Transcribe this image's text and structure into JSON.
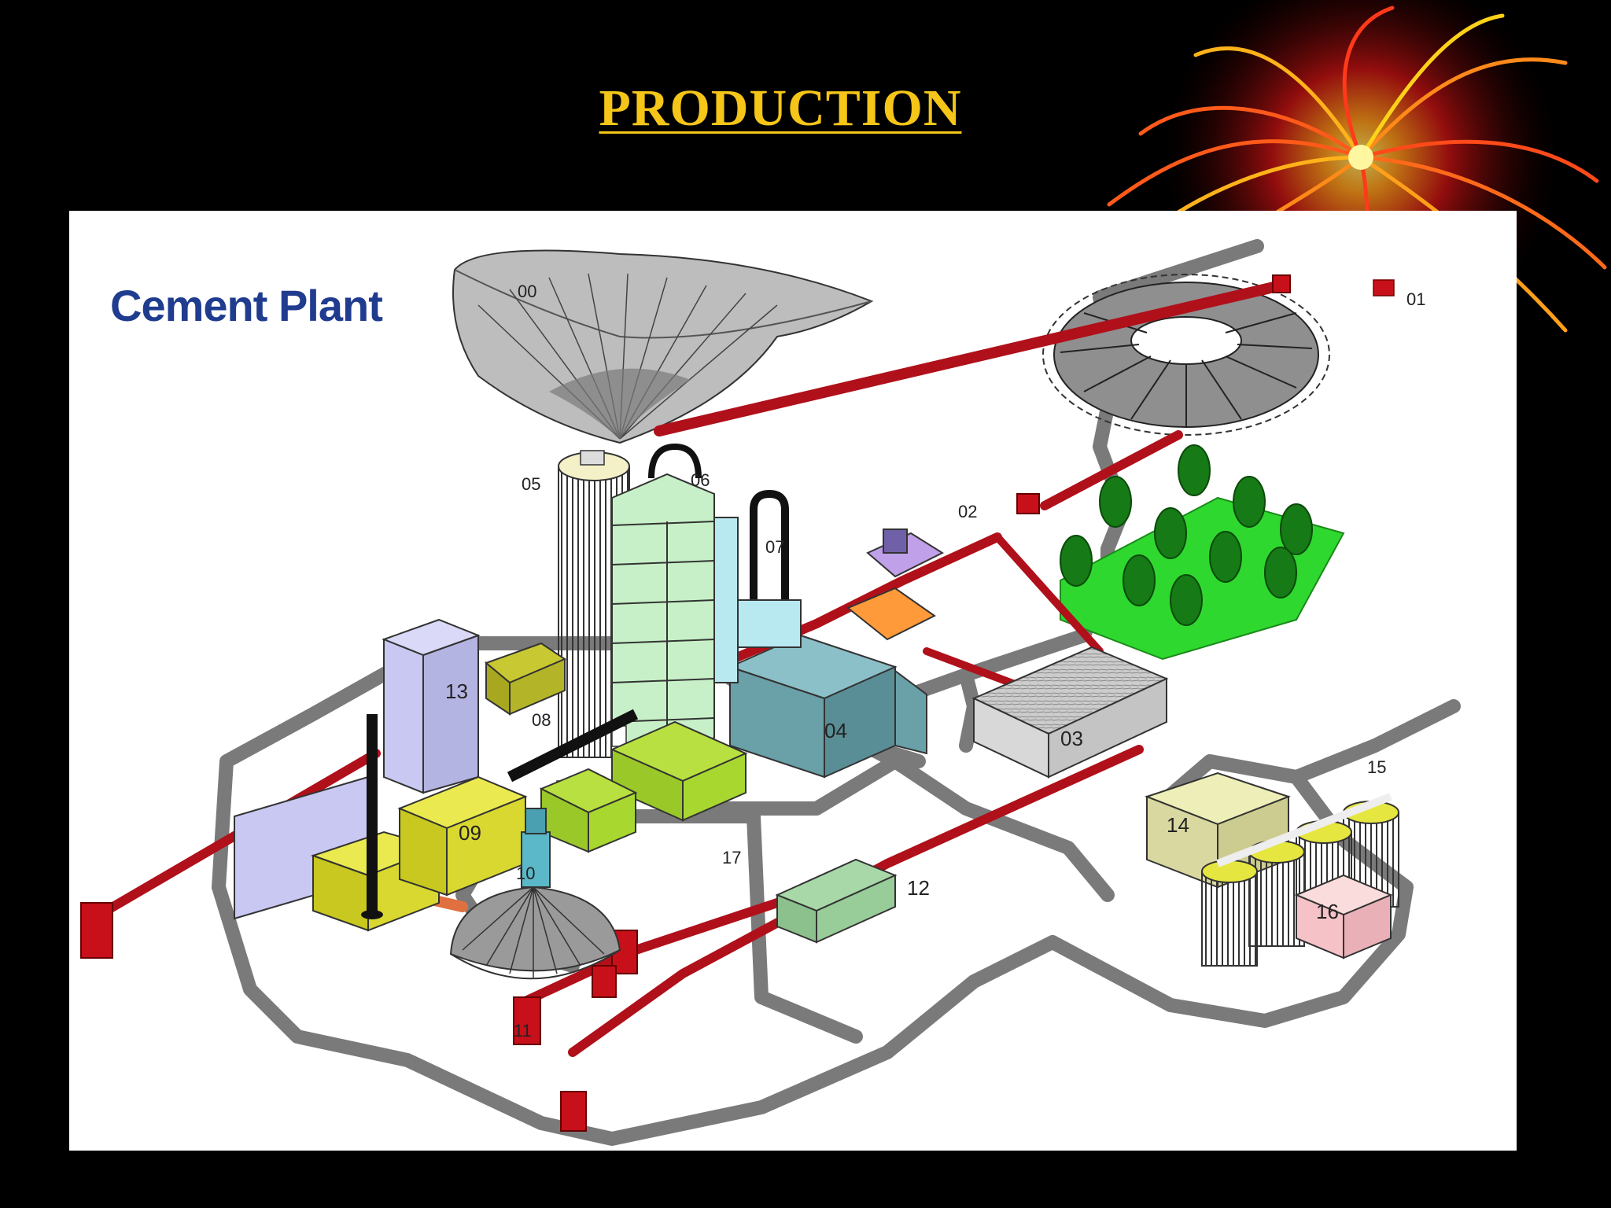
{
  "slide": {
    "title": "PRODUCTION",
    "title_color": "#f5c518",
    "background": "#000000"
  },
  "diagram": {
    "title": "Cement Plant",
    "title_color": "#1f3c8f",
    "labels": {
      "l00": "00",
      "l01": "01",
      "l02": "02",
      "l03": "03",
      "l04": "04",
      "l05": "05",
      "l06": "06",
      "l07": "07",
      "l08": "08",
      "l09": "09",
      "l10": "10",
      "l11": "11",
      "l12": "12",
      "l13": "13",
      "l14": "14",
      "l15": "15",
      "l16": "16",
      "l17": "17"
    },
    "colors": {
      "conveyor": "#b0101a",
      "road": "#7a7a7a",
      "trees": "#1e8a1e",
      "ground_green": "#2fd82f",
      "silo_yellow": "#d8d820",
      "building_teal": "#6aa0a8",
      "building_lavender": "#c8c8f2",
      "building_pink": "#f5c2c8"
    }
  }
}
